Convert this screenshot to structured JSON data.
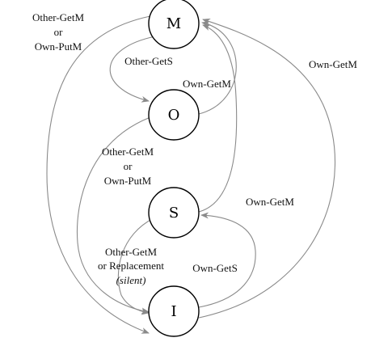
{
  "states": {
    "M": "M",
    "O": "O",
    "S": "S",
    "I": "I"
  },
  "edge_labels": {
    "m_to_i_line1": "Other-GetM",
    "m_to_i_line2": "or",
    "m_to_i_line3": "Own-PutM",
    "m_to_o": "Other-GetS",
    "o_to_m": "Own-GetM",
    "i_to_m": "Own-GetM",
    "o_to_i_line1": "Other-GetM",
    "o_to_i_line2": "or",
    "o_to_i_line3": "Own-PutM",
    "s_to_m": "Own-GetM",
    "s_to_i_line1": "Other-GetM",
    "s_to_i_line2": "or Replacement",
    "s_to_i_line3": "(silent)",
    "i_to_s": "Own-GetS"
  },
  "colors": {
    "edge": "#8a8a8a",
    "node_stroke": "#000000"
  }
}
